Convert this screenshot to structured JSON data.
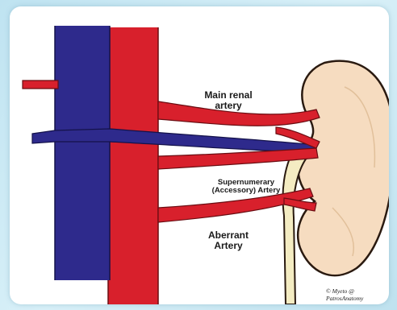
{
  "labels": {
    "main_renal_artery": "Main renal artery",
    "supernumerary_artery": "Supernumerary (Accessory) Artery",
    "aberrant_artery": "Aberrant Artery"
  },
  "credit": {
    "line1": "© Myeto @",
    "line2": "PatrosAnatomy"
  },
  "colors": {
    "vein": "#2e2a8c",
    "artery": "#d8202c",
    "kidney": "#f6dcc0",
    "kidney_outline": "#2a1a10",
    "ureter": "#f4ecc2",
    "background": "#cfe9f3"
  }
}
